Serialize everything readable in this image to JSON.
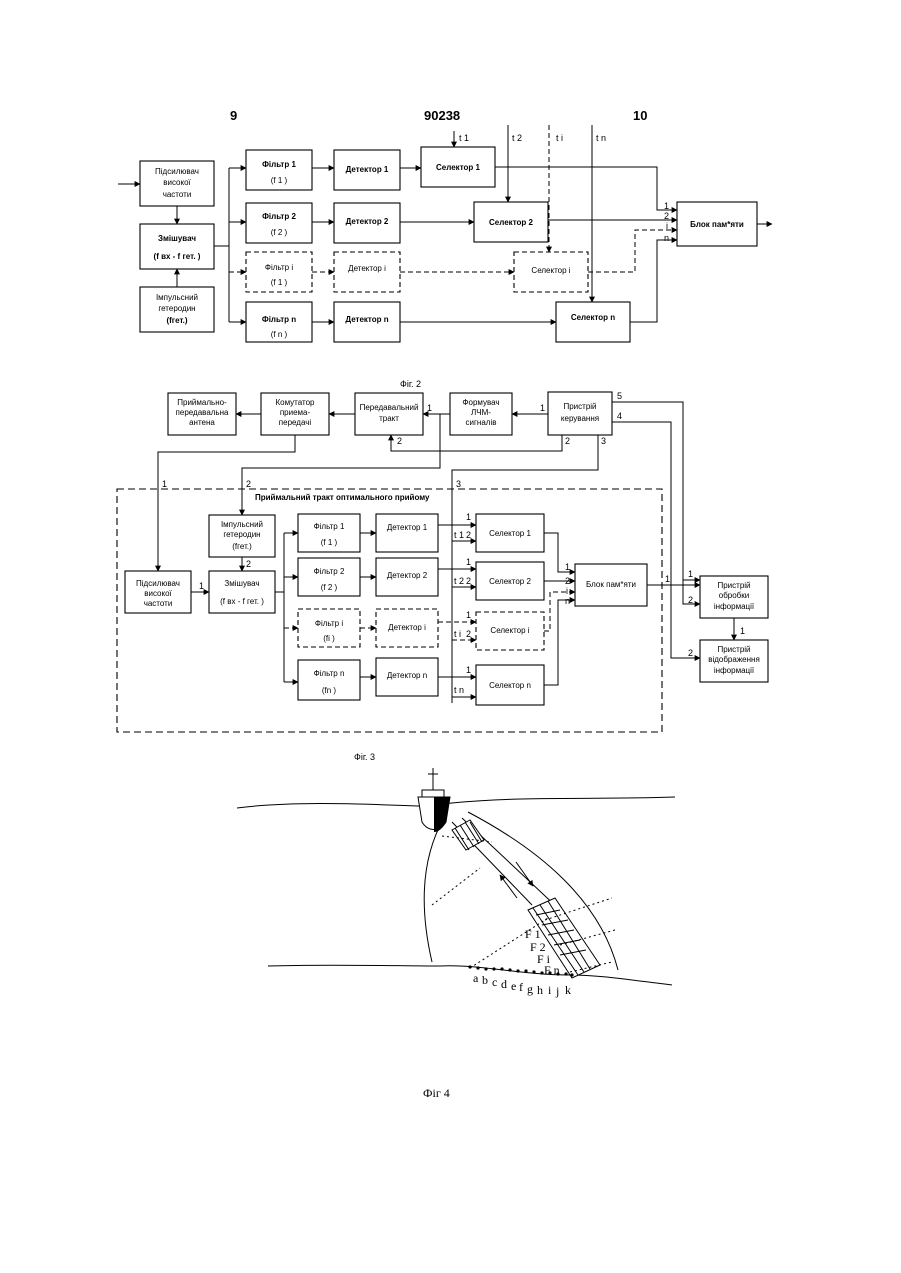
{
  "header": {
    "left": "9",
    "center": "90238",
    "right": "10"
  },
  "fig2": {
    "caption": "Фіг. 2",
    "amp": [
      "Підсилювач",
      "високої",
      "частоти"
    ],
    "mix": [
      "Змішувач",
      "(f вх - f гет. )"
    ],
    "het": [
      "Імпульсний",
      "гетеродин",
      "(fгет.)"
    ],
    "filters": [
      [
        "Фільтр 1",
        "(f 1 )"
      ],
      [
        "Фільтр 2",
        "(f 2 )"
      ],
      [
        "Фільтр і",
        "(f 1 )"
      ],
      [
        "Фільтр n",
        "(f n )"
      ]
    ],
    "detectors": [
      "Детектор 1",
      "Детектор 2",
      "Детектор і",
      "Детектор n"
    ],
    "selectors": [
      "Селектор 1",
      "Селектор 2",
      "Селектор і",
      "Селектор n"
    ],
    "memory": "Блок пам*яти",
    "times": [
      "t 1",
      "t 2",
      "t i",
      "t n"
    ],
    "inputs": [
      "1",
      "2",
      "i",
      "n"
    ]
  },
  "fig3": {
    "caption": "Фіг. 3",
    "antenna": [
      "Приймально-",
      "передавальна",
      "антена"
    ],
    "switch": [
      "Комутатор",
      "приема-",
      "передачі"
    ],
    "tx": [
      "Передавальний",
      "тракт"
    ],
    "former": [
      "Формувач",
      "ЛЧМ-",
      "сигналів"
    ],
    "control": [
      "Пристрій",
      "керування"
    ],
    "rx_title": "Приймальний тракт оптимального прийому",
    "het": [
      "Імпульсний",
      "гетеродин",
      "(fгет.)"
    ],
    "amp": [
      "Підсилювач",
      "високої",
      "частоти"
    ],
    "mix": [
      "Змішувач",
      "(f вх - f гет. )"
    ],
    "filters": [
      [
        "Фільтр 1",
        "(f 1 )"
      ],
      [
        "Фільтр 2",
        "(f 2 )"
      ],
      [
        "Фільтр і",
        "(fі )"
      ],
      [
        "Фільтр n",
        "(fn )"
      ]
    ],
    "detectors": [
      "Детектор 1",
      "Детектор 2",
      "Детектор і",
      "Детектор n"
    ],
    "selectors": [
      "Селектор 1",
      "Селектор 2",
      "Селектор і",
      "Селектор n"
    ],
    "memory": "Блок пам*яти",
    "proc": [
      "Пристрій",
      "обробки",
      "інформації"
    ],
    "disp": [
      "Пристрій",
      "відображення",
      "інформації"
    ],
    "times": [
      "t 1",
      "t 2",
      "t i",
      "t n"
    ],
    "ports": [
      "1",
      "2",
      "3",
      "4",
      "5",
      "i",
      "n"
    ]
  },
  "fig4": {
    "caption": "Фіг 4",
    "freqs": [
      "F 1",
      "F 2",
      "F i",
      "F n"
    ],
    "seabed": [
      "a",
      "b",
      "c",
      "d",
      "e",
      "f",
      "g",
      "h",
      "i",
      "j",
      "k"
    ]
  }
}
